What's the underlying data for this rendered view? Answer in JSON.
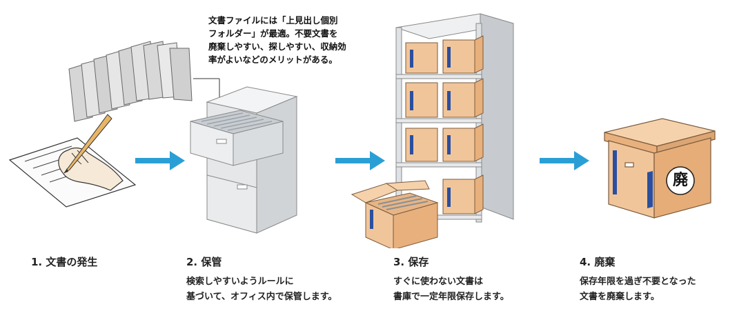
{
  "callout": "文書ファイルには「上見出し個別\nフォルダー」が最適。不要文書を\n廃棄しやすい、探しやすい、収納効\n率がよいなどのメリットがある。",
  "steps": [
    {
      "title": "1. 文書の発生",
      "description": ""
    },
    {
      "title": "2. 保管",
      "description": "検索しやすいようルールに\n基づいて、オフィス内で保管します。"
    },
    {
      "title": "3. 保存",
      "description": "すぐに使わない文書は\n書庫で一定年限保存します。"
    },
    {
      "title": "4. 廃棄",
      "description": "保存年限を過ぎ不要となった\n文書を廃棄します。"
    }
  ],
  "icons": {
    "hand": "hand-writing-icon",
    "folders": "hanging-folders-icon",
    "cabinet": "file-cabinet-icon",
    "shelf": "storage-shelf-icon",
    "open_box": "open-box-icon",
    "disposal_box": "disposal-box-icon",
    "disposal_mark": "廃"
  },
  "colors": {
    "arrow": "#2a9fd6",
    "box": "#f1c59a",
    "box_stripe": "#2b4fa0",
    "metal": "#e3e6e8"
  }
}
